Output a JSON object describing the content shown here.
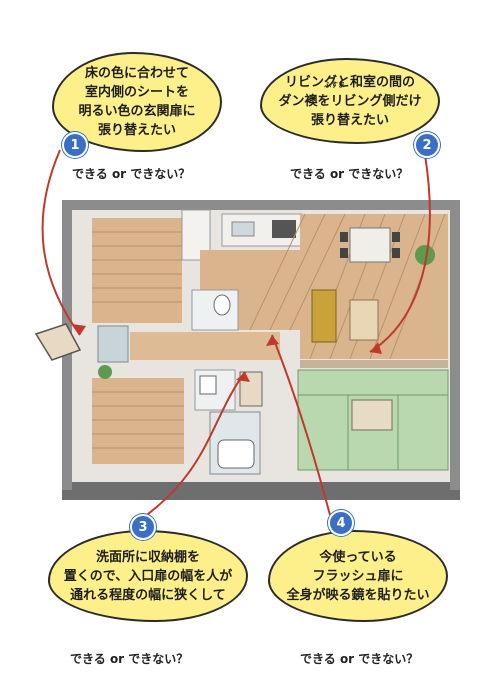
{
  "bubbles": [
    {
      "number": "1",
      "text": "床の色に合わせて\n室内側のシートを\n明るい色の玄関扉に\n張り替えたい",
      "question": "できる or できない？"
    },
    {
      "number": "2",
      "text": "リビングと和室の間の\nダン襖をリビング側だけ\n張り替えたい",
      "question": "できる or できない？",
      "ruby": "ふすま"
    },
    {
      "number": "3",
      "text": "洗面所に収納棚を\n置くので、入口扉の幅を人が\n通れる程度の幅に狭くして",
      "question": "できる or できない？"
    },
    {
      "number": "4",
      "text": "今使っている\nフラッシュ扉に\n全身が映る鏡を貼りたい",
      "question": "できる or できない？"
    }
  ],
  "colors": {
    "bubble": "#fdf08a",
    "badge": "#3a6fc4",
    "floor_wood": "#d9b48c",
    "tatami": "#b9d8b0",
    "wall": "#8c8c8c",
    "arrow": "#c0392b"
  },
  "icons": [
    "plant-icon",
    "toilet-icon",
    "bathtub-icon",
    "sink-icon",
    "stove-icon",
    "sofa-icon",
    "dining-table-icon"
  ]
}
